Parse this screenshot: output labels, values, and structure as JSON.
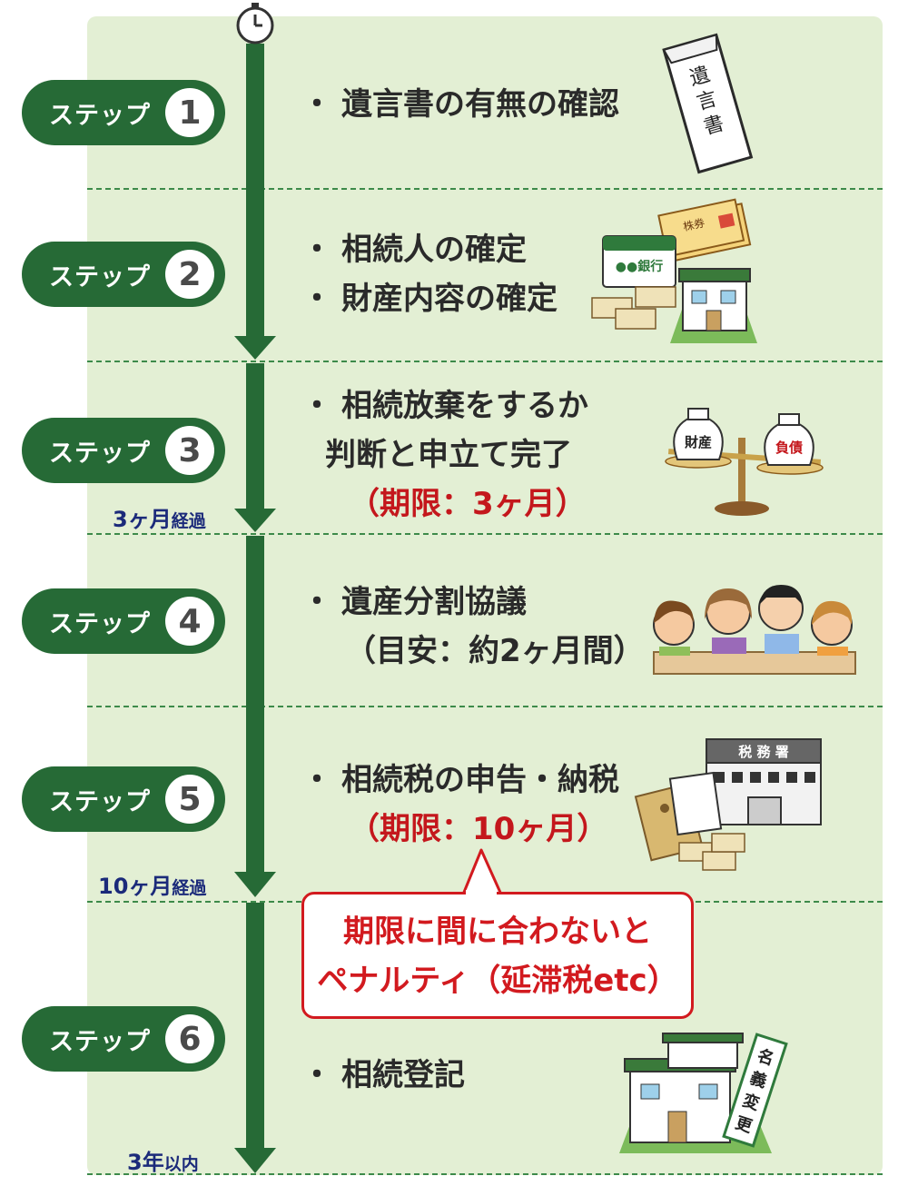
{
  "step_label": "ステップ",
  "steps": [
    {
      "num": "1",
      "lines": [
        "遺言書の有無の確認"
      ]
    },
    {
      "num": "2",
      "lines": [
        "相続人の確定",
        "財産内容の確定"
      ]
    },
    {
      "num": "3",
      "lines": [
        "相続放棄をするか",
        "判断と申立て完了"
      ],
      "deadline": "（期限：3ヶ月）"
    },
    {
      "num": "4",
      "lines": [
        "遺産分割協議"
      ],
      "note": "（目安：約2ヶ月間）"
    },
    {
      "num": "5",
      "lines": [
        "相続税の申告・納税"
      ],
      "deadline": "（期限：10ヶ月）"
    },
    {
      "num": "6",
      "lines": [
        "相続登記"
      ]
    }
  ],
  "milestones": [
    {
      "big": "3ヶ月",
      "small": "経過"
    },
    {
      "big": "10ヶ月",
      "small": "経過"
    },
    {
      "big": "3年",
      "small": "以内"
    }
  ],
  "callout": {
    "line1": "期限に間に合わないと",
    "line2": "ペナルティ（延滞税etc）"
  },
  "illustrations": {
    "will": "遺言書",
    "bank": "●●銀行",
    "stock": "株券",
    "assets": "財産",
    "debts": "負債",
    "tax_office": "税務署",
    "name_change": "名義変更"
  },
  "colors": {
    "green": "#266a36",
    "red": "#c4171c",
    "navy": "#1b2a7a",
    "panel": "#e3efd4"
  }
}
